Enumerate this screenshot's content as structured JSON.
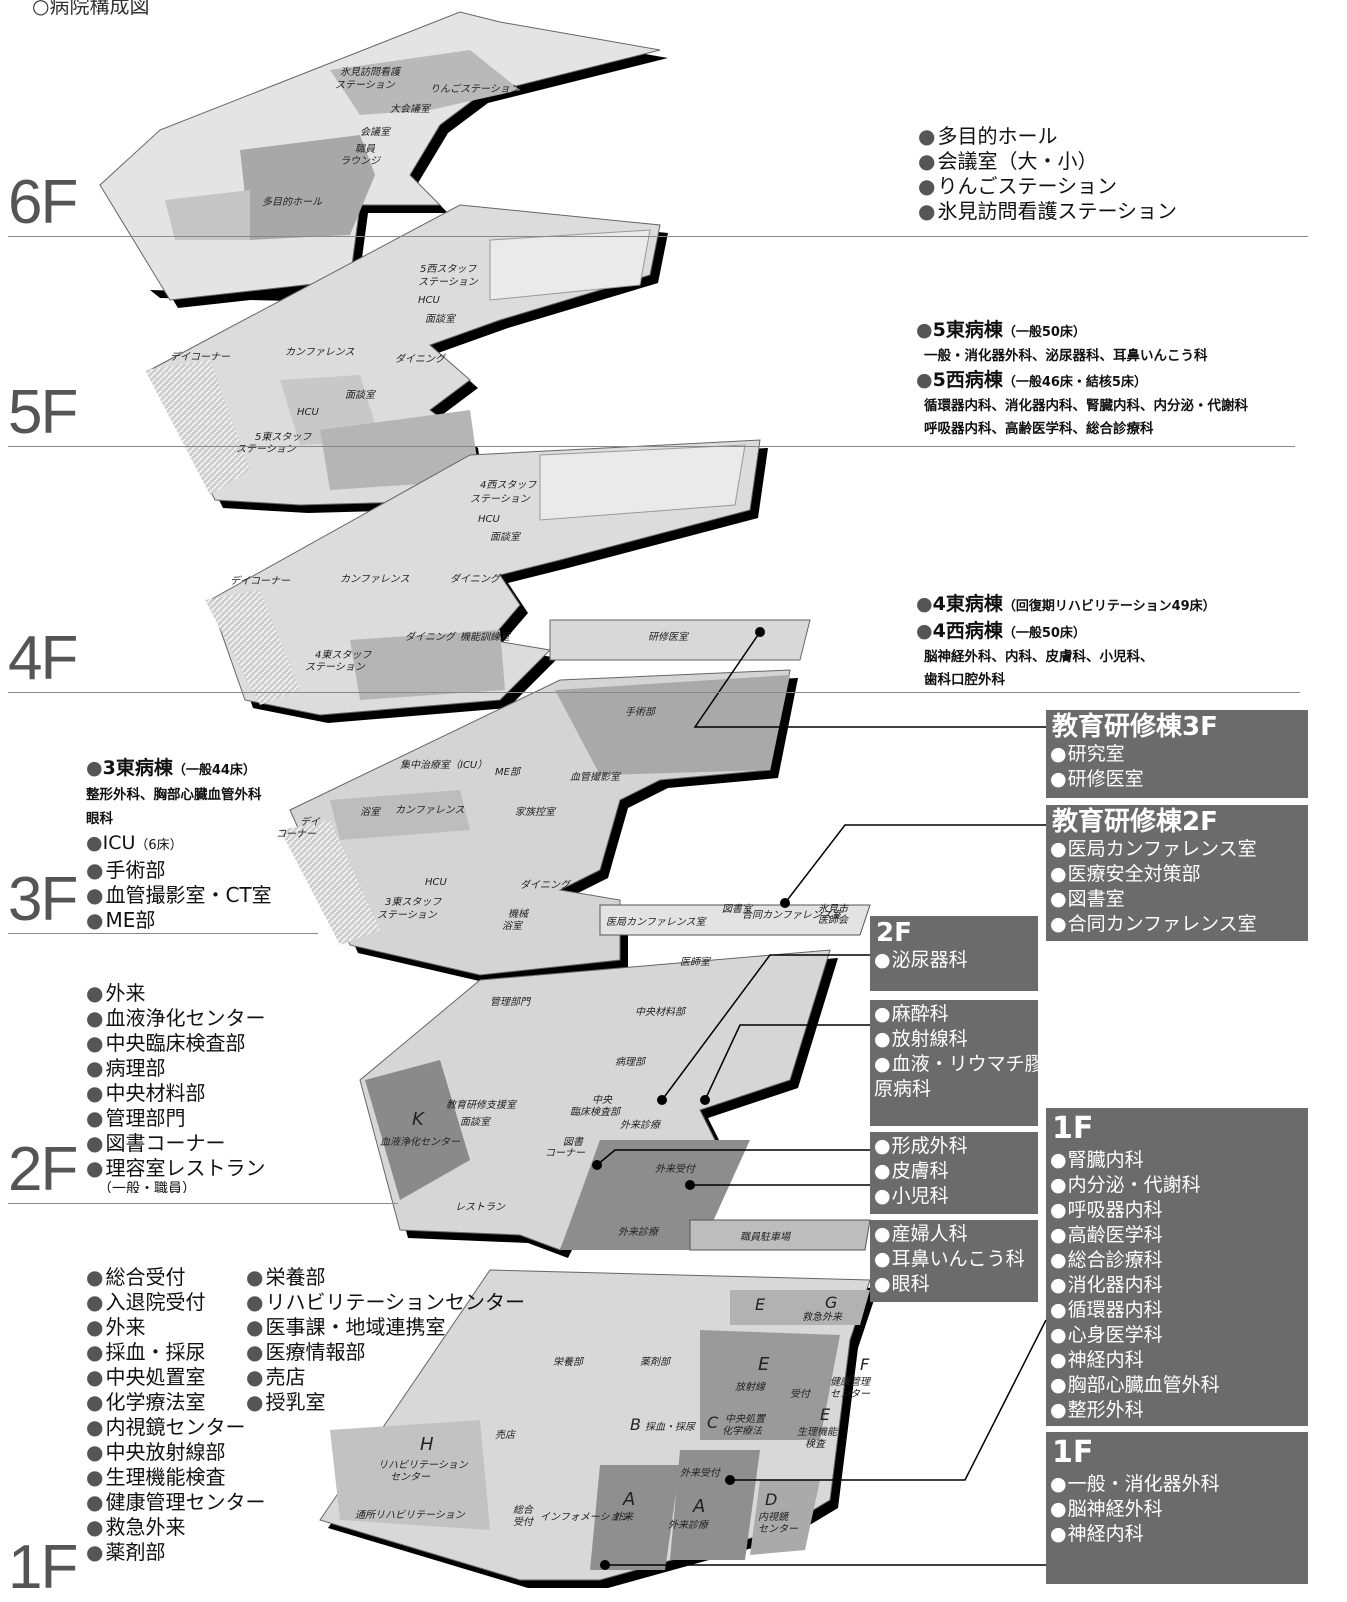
{
  "title": "○病院構成図",
  "floors": {
    "f6": {
      "label": "6F",
      "items": [
        "多目的ホール",
        "会議室（大・小）",
        "りんごステーション",
        "氷見訪問看護ステーション"
      ]
    },
    "f5": {
      "label": "5F",
      "east_name": "5東病棟",
      "east_beds": "（一般50床）",
      "east_depts": "一般・消化器外科、泌尿器科、耳鼻いんこう科",
      "west_name": "5西病棟",
      "west_beds": "（一般46床・結核5床）",
      "west_depts1": "循環器内科、消化器内科、腎臓内科、内分泌・代謝科",
      "west_depts2": "呼吸器内科、高齢医学科、総合診療科"
    },
    "f4": {
      "label": "4F",
      "east_name": "4東病棟",
      "east_beds": "（回復期リハビリテーション49床）",
      "west_name": "4西病棟",
      "west_beds": "（一般50床）",
      "west_depts1": "脳神経外科、内科、皮膚科、小児科、",
      "west_depts2": "歯科口腔外科"
    },
    "f3": {
      "label": "3F",
      "east_name": "3東病棟",
      "east_beds": "（一般44床）",
      "east_depts1": "整形外科、胸部心臓血管外科",
      "east_depts2": "眼科",
      "icu": "ICU",
      "icu_beds": "（6床）",
      "items": [
        "手術部",
        "血管撮影室・CT室",
        "ME部"
      ]
    },
    "f2": {
      "label": "2F",
      "items": [
        "外来",
        "血液浄化センター",
        "中央臨床検査部",
        "病理部",
        "中央材料部",
        "管理部門",
        "図書コーナー",
        "理容室レストラン"
      ],
      "note": "（一般・職員）"
    },
    "f1": {
      "label": "1F",
      "col1": [
        "総合受付",
        "入退院受付",
        "外来",
        "採血・採尿",
        "中央処置室",
        "化学療法室",
        "内視鏡センター",
        "中央放射線部",
        "生理機能検査",
        "健康管理センター",
        "救急外来",
        "薬剤部"
      ],
      "col2": [
        "栄養部",
        "リハビリテーションセンター",
        "医事課・地域連携室",
        "医療情報部",
        "売店",
        "授乳室"
      ]
    }
  },
  "boxes": {
    "edu3": {
      "title": "教育研修棟3F",
      "items": [
        "研究室",
        "研修医室"
      ]
    },
    "edu2": {
      "title": "教育研修棟2F",
      "items": [
        "医局カンファレンス室",
        "医療安全対策部",
        "図書室",
        "合同カンファレンス室"
      ]
    },
    "b2f": {
      "title": "2F",
      "items": [
        "泌尿器科"
      ]
    },
    "b2f_b": {
      "items": [
        "麻酔科",
        "放射線科",
        "血液・リウマチ膠"
      ],
      "cont": "原病科"
    },
    "b2f_c": {
      "items": [
        "形成外科",
        "皮膚科",
        "小児科"
      ]
    },
    "b2f_d": {
      "items": [
        "産婦人科",
        "耳鼻いんこう科",
        "眼科"
      ]
    },
    "b1f": {
      "title": "1F",
      "items": [
        "腎臓内科",
        "内分泌・代謝科",
        "呼吸器内科",
        "高齢医学科",
        "総合診療科",
        "消化器内科",
        "循環器内科",
        "心身医学科",
        "神経内科",
        "胸部心臓血管外科",
        "整形外科"
      ]
    },
    "b1f_b": {
      "title": "1F",
      "items": [
        "一般・消化器外科",
        "脳神経外科",
        "神経内科"
      ]
    }
  },
  "map_labels": {
    "l6": [
      "氷見訪問看護",
      "ステーション",
      "りんごステーション",
      "大会議室",
      "会議室",
      "職員",
      "ラウンジ",
      "多目的ホール"
    ],
    "l5": [
      "5西スタッフ",
      "ステーション",
      "HCU",
      "面談室",
      "デイコーナー",
      "カンファレンス",
      "ダイニング",
      "面談室",
      "HCU",
      "5東スタッフ",
      "ステーション"
    ],
    "l4": [
      "4西スタッフ",
      "ステーション",
      "HCU",
      "面談室",
      "デイコーナー",
      "カンファレンス",
      "ダイニング",
      "ダイニング",
      "機能訓練室",
      "4東スタッフ",
      "ステーション",
      "研修医室"
    ],
    "l3": [
      "集中治療室（ICU）",
      "ME部",
      "血管撮影室",
      "手術部",
      "カンファレンス",
      "浴室",
      "デイ",
      "コーナー",
      "家族控室",
      "HCU",
      "ダイニング",
      "3東スタッフ",
      "ステーション",
      "機械",
      "浴室",
      "医局カンファレンス室",
      "図書室",
      "合同カンファレンス室",
      "氷見市",
      "医師会"
    ],
    "l2": [
      "医師室",
      "管理部門",
      "中央材料部",
      "病理部",
      "K",
      "血液浄化センター",
      "教育研修支援室",
      "面談室",
      "中央",
      "臨床検査部",
      "外来診療",
      "図書",
      "コーナー",
      "外来受付",
      "外来診療",
      "レストラン",
      "職員駐車場"
    ],
    "l1": [
      "E",
      "G",
      "救急外来",
      "栄養部",
      "薬剤部",
      "E",
      "放射線",
      "受付",
      "F",
      "健康管理",
      "センター",
      "B",
      "採血・採尿",
      "C",
      "中央処置",
      "化学療法",
      "E",
      "生理機能",
      "検査",
      "H",
      "リハビリテーション",
      "センター",
      "売店",
      "通所リハビリテーション",
      "総合",
      "受付",
      "インフォメーション",
      "A",
      "外来",
      "A",
      "外来診療",
      "D",
      "内視鏡",
      "センター",
      "外来受付"
    ]
  },
  "colors": {
    "dark": "#6b6b6b",
    "floor": "#d2d2d2",
    "wall": "#000000"
  }
}
